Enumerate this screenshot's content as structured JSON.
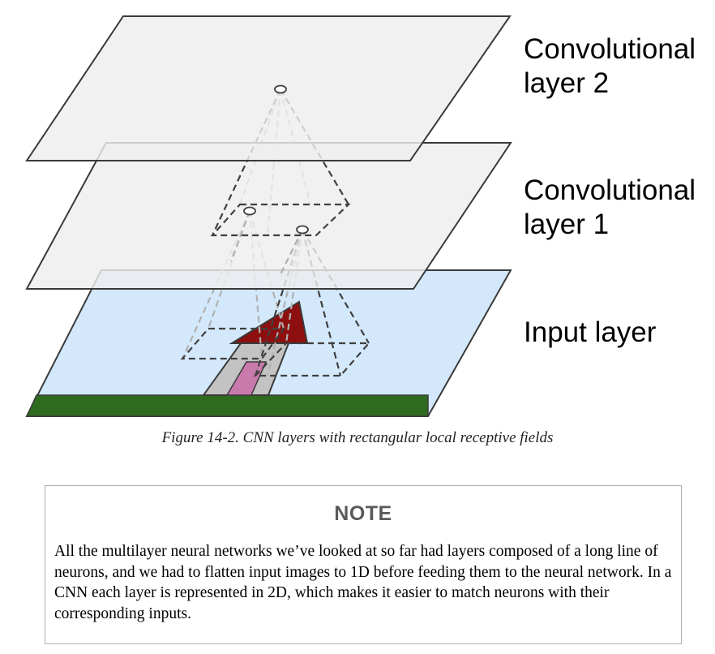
{
  "diagram": {
    "labels": {
      "conv2": "Convolutional layer 2",
      "conv1": "Convolutional layer 1",
      "input": "Input layer"
    },
    "colors": {
      "layer_fill": "#eeeeee",
      "input_fill": "#d3e9fb",
      "ground": "#2f6b1e",
      "roof": "#8e0f0f",
      "house_wall": "#c3c3c3",
      "door": "#c97aad",
      "outline": "#3a3a3a",
      "dash_dark": "#404040",
      "dash_light": "#b0b0b0"
    }
  },
  "caption": "Figure 14-2. CNN layers with rectangular local receptive fields",
  "note": {
    "title": "NOTE",
    "text": "All the multilayer neural networks we’ve looked at so far had layers composed of a long line of neurons, and we had to flatten input images to 1D before feeding them to the neural network. In a CNN each layer is represented in 2D, which makes it easier to match neurons with their corresponding inputs."
  }
}
